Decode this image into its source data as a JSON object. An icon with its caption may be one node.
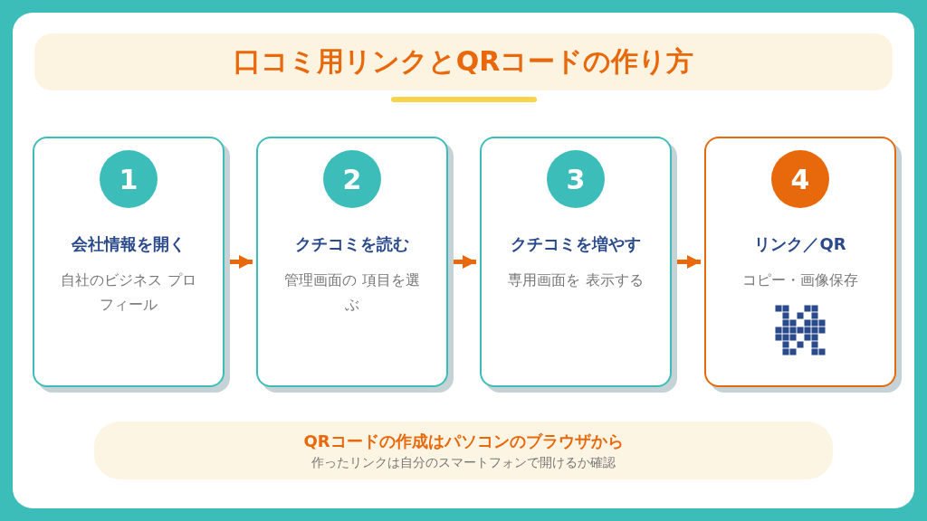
{
  "diagram": {
    "title": "口コミ用リンクとQRコードの作り方",
    "nodes": [
      {
        "text": [
          "1",
          "会社情報を開く",
          "自社のビジネス プロフィール"
        ]
      },
      {
        "text": [
          "2",
          "クチコミを読む",
          "管理画面の 項目を選ぶ"
        ]
      },
      {
        "text": [
          "3",
          "クチコミを増やす",
          "専用画面を 表示する"
        ]
      },
      {
        "text": [
          "4",
          "リンク／QR",
          "コピー・画像保存"
        ]
      },
      {
        "text": [
          "QRコードの作成はパソコンのブラウザから",
          "作ったリンクは自分のスマートフォンで開けるか確認"
        ]
      }
    ],
    "edges": [
      {
        "from": 0,
        "to": 1,
        "arrow": "to"
      },
      {
        "from": 1,
        "to": 2,
        "arrow": "to"
      },
      {
        "from": 2,
        "to": 3,
        "arrow": "to"
      }
    ]
  }
}
